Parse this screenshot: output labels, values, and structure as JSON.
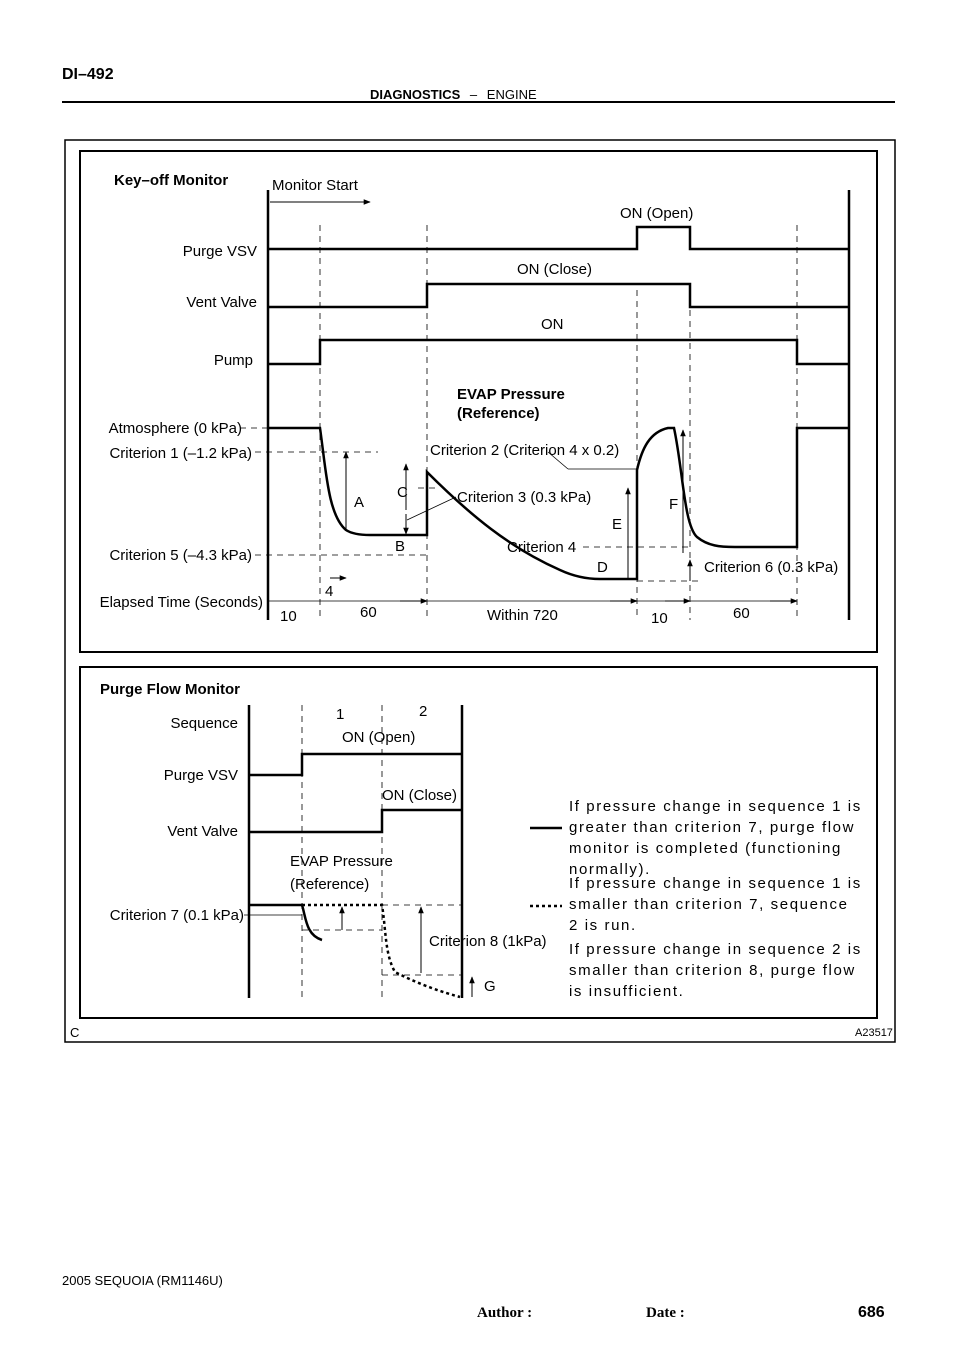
{
  "header": {
    "page_code": "DI–492",
    "section": "DIAGNOSTICS",
    "separator": "–",
    "subsection": "ENGINE"
  },
  "figure": {
    "corner_code": "C",
    "figure_id": "A23517",
    "keyoff": {
      "title": "Key–off Monitor",
      "monitor_start": "Monitor Start",
      "rows": {
        "purge_vsv": "Purge VSV",
        "vent_valve": "Vent Valve",
        "pump": "Pump",
        "atmosphere": "Atmosphere (0 kPa)",
        "criterion1": "Criterion 1 (–1.2 kPa)",
        "criterion5": "Criterion 5 (–4.3 kPa)",
        "elapsed": "Elapsed Time (Seconds)"
      },
      "states": {
        "purge_on": "ON (Open)",
        "vent_on": "ON (Close)",
        "pump_on": "ON"
      },
      "evap_line1": "EVAP Pressure",
      "evap_line2": "(Reference)",
      "criterion2": "Criterion 2 (Criterion 4 x 0.2)",
      "criterion3": "Criterion 3 (0.3 kPa)",
      "criterion4": "Criterion 4",
      "criterion6": "Criterion 6 (0.3 kPa)",
      "letters": {
        "a": "A",
        "b": "B",
        "c": "C",
        "d": "D",
        "e": "E",
        "f": "F"
      },
      "times": {
        "t1": "10",
        "t2": "4",
        "t3": "60",
        "t4": "Within 720",
        "t5": "10",
        "t6": "60"
      }
    },
    "purge": {
      "title": "Purge Flow Monitor",
      "rows": {
        "sequence": "Sequence",
        "purge_vsv": "Purge VSV",
        "vent_valve": "Vent Valve",
        "criterion7": "Criterion 7 (0.1 kPa)"
      },
      "seq1": "1",
      "seq2": "2",
      "purge_on": "ON (Open)",
      "vent_on": "ON (Close)",
      "evap_line1": "EVAP Pressure",
      "evap_line2": "(Reference)",
      "criterion8": "Criterion 8 (1kPa)",
      "letter_g": "G",
      "legend_solid": "If pressure change in sequence 1 is greater than criterion 7, purge flow monitor is completed (functioning normally).",
      "legend_dotted": "If pressure change in sequence 1 is smaller than criterion 7, sequence 2 is run.",
      "note": "If pressure change in sequence 2 is smaller than criterion 8, purge flow is insufficient."
    }
  },
  "footer": {
    "model": "2005 SEQUOIA (RM1146U)",
    "author_label": "Author :",
    "date_label": "Date :",
    "page_number": "686"
  }
}
